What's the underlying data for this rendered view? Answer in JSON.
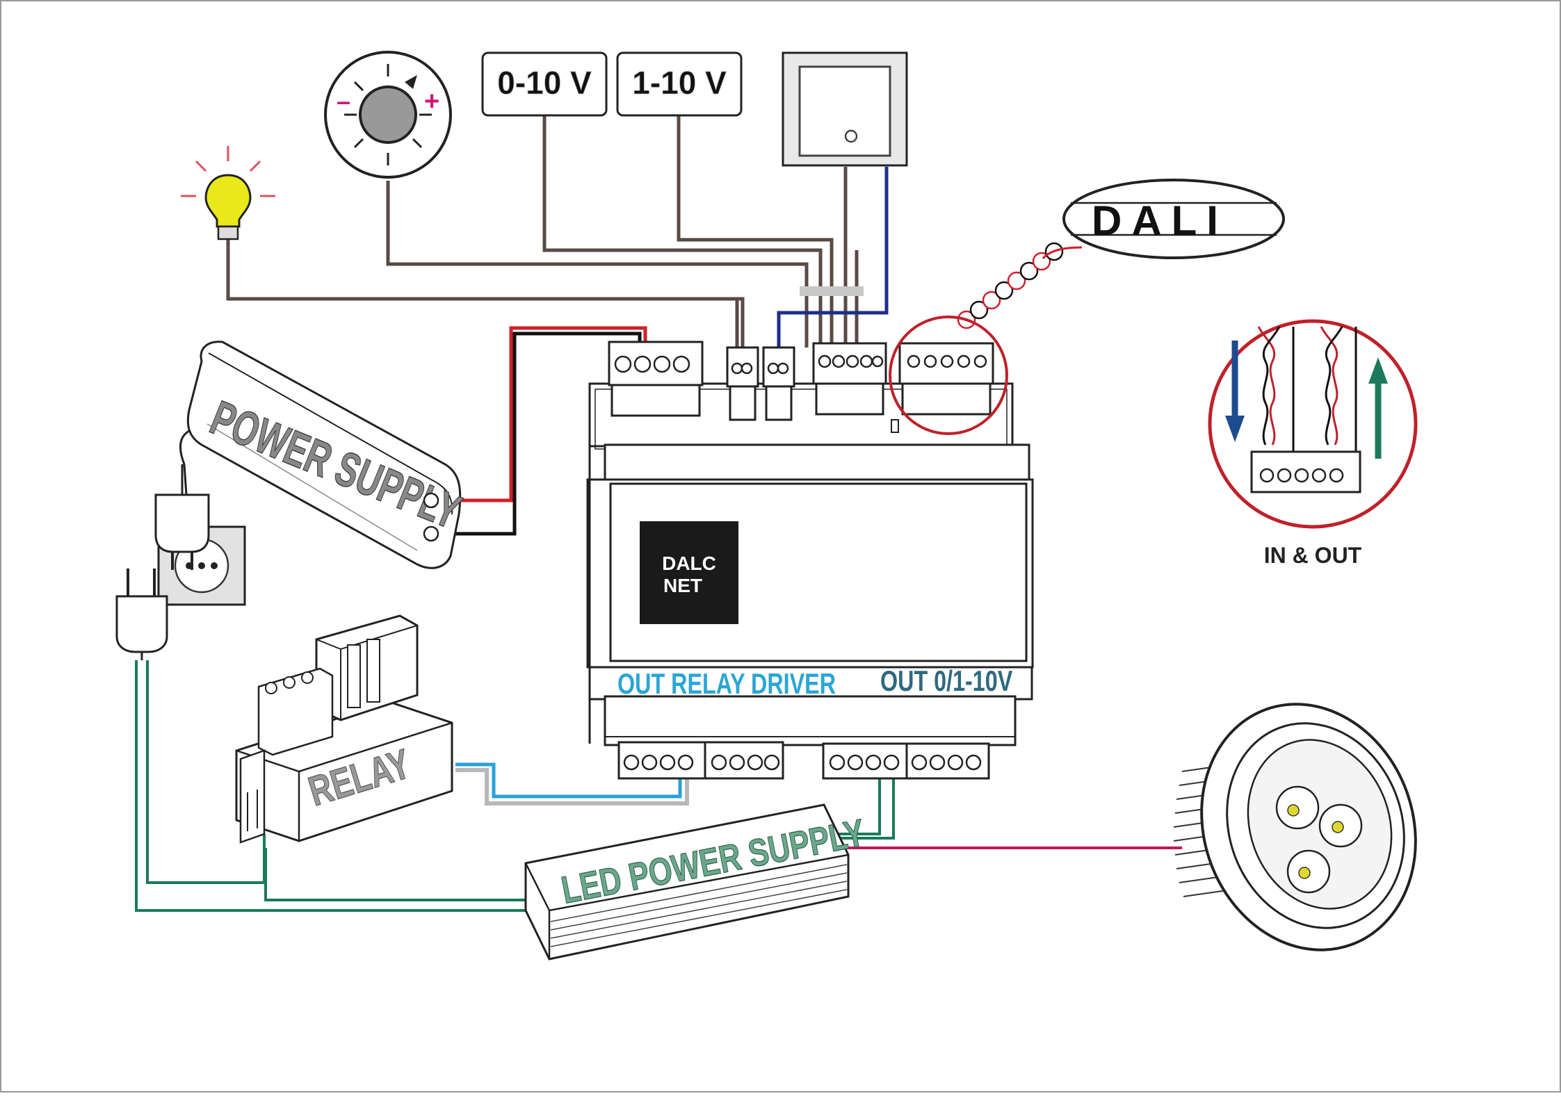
{
  "labels": {
    "zero_ten": "0-10 V",
    "one_ten": "1-10 V",
    "dali": "DALI",
    "in_out": "IN & OUT",
    "power_supply": "POWER SUPPLY",
    "relay": "RELAY",
    "led_power_supply": "LED POWER SUPPLY",
    "brand_line1": "DALC",
    "brand_line2": "NET",
    "out_relay_driver": "OUT RELAY DRIVER",
    "out_010": "OUT 0/1-10V",
    "minus": "–",
    "plus": "+"
  },
  "colors": {
    "wire_brown": "#5a4a44",
    "wire_blue": "#1d2f8a",
    "wire_red": "#d0202a",
    "wire_black": "#111111",
    "wire_green": "#1a7a5a",
    "wire_lightblue": "#2aa0d8",
    "wire_gray": "#b8b8b8",
    "wire_magenta": "#c0185a",
    "bulb_yellow": "#e8e81a",
    "accent_cyan": "#2aa6d6",
    "accent_teal": "#2d6a80",
    "arrow_blue": "#1d4b8f",
    "arrow_green": "#1c7a5c",
    "led_ps_text": "#6aa88a",
    "label_gray": "#888888",
    "plus_minus": "#d0157a"
  },
  "icons": {
    "bulb": "light-bulb-icon",
    "knob": "dimmer-knob-icon",
    "switch": "wall-switch-icon",
    "plug": "plug-icon",
    "socket": "wall-socket-icon",
    "down_arrow": "down-arrow-icon",
    "up_arrow": "up-arrow-icon",
    "spotlight": "led-spotlight-icon"
  }
}
